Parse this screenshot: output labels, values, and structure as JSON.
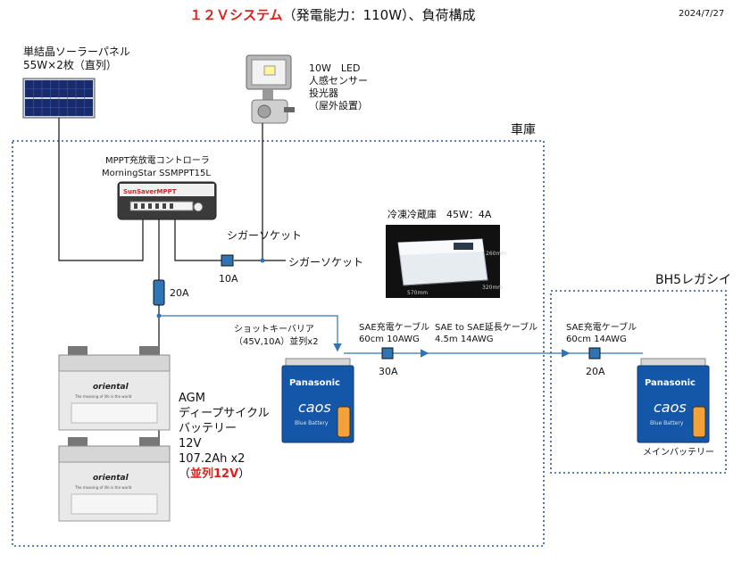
{
  "title": {
    "main": "１２Ｖシステム",
    "rest": "（発電能力：110W）、負荷構成"
  },
  "date": "2024/7/27",
  "solar": {
    "label1": "単結晶ソーラーパネル",
    "label2": "55W×2枚（直列）"
  },
  "led": {
    "l1": "10W　LED",
    "l2": "人感センサー",
    "l3": "投光器",
    "l4": "（屋外設置）"
  },
  "garage_label": "車庫",
  "controller": {
    "l1": "MPPT充放電コントローラ",
    "l2": "MorningStar  SSMPPT15L",
    "brand": "SunSaverMPPT"
  },
  "socket1": "シガーソケット",
  "socket2": "シガーソケット",
  "fuse10": "10A",
  "fuse20a": "20A",
  "fuse30": "30A",
  "fuse20b": "20A",
  "fridge": {
    "label": "冷凍冷蔵庫　45W：4A",
    "w": "570mm",
    "h": "260mm",
    "d": "320mm"
  },
  "car_label": "BH5レガシイ",
  "schottky": {
    "l1": "ショットキーバリア",
    "l2": "（45V,10A）並列x2"
  },
  "sae1": {
    "l1": "SAE充電ケーブル",
    "l2": "60cm 10AWG"
  },
  "sae2": {
    "l1": "SAE to SAE延長ケーブル",
    "l2": "4.5m 14AWG"
  },
  "sae3": {
    "l1": "SAE充電ケーブル",
    "l2": "60cm 14AWG"
  },
  "agm": {
    "l1": "AGM",
    "l2": "ディープサイクル",
    "l3": "バッテリー",
    "l4": "12V",
    "l5": "107.2Ah  x2",
    "l6a": "（",
    "l6b": "並列12V",
    "l6c": "）"
  },
  "agm_brand": "oriental",
  "agm_slogan": "The meaning of life is the world",
  "caos": {
    "brand": "Panasonic",
    "model": "caos",
    "sub": "Blue Battery"
  },
  "main_battery": "メインバッテリー",
  "colors": {
    "accent_red": "#e0201b",
    "wire": "#111111",
    "wire_blue": "#2e75b6",
    "fuse_blue": "#2e75b6"
  }
}
